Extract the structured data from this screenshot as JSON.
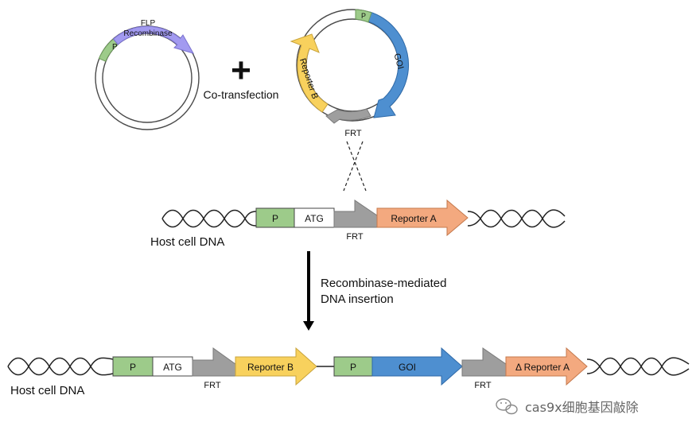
{
  "plasmid1": {
    "promoter": "P",
    "gene_line1": "FLP",
    "gene_line2": "Recombinase"
  },
  "plus_sign": "+",
  "cotransfection_label": "Co-transfection",
  "plasmid2": {
    "promoter": "P",
    "goi": "GOI",
    "reporter_b": "Reporter B",
    "frt": "FRT"
  },
  "host1": {
    "promoter": "P",
    "atg": "ATG",
    "frt": "FRT",
    "reporter_a": "Reporter A",
    "label": "Host cell DNA"
  },
  "step": {
    "line1": "Recombinase-mediated",
    "line2": "DNA insertion"
  },
  "host2": {
    "promoter1": "P",
    "atg": "ATG",
    "frt1": "FRT",
    "reporter_b": "Reporter B",
    "promoter2": "P",
    "goi": "GOI",
    "frt2": "FRT",
    "reporter_a": "Δ Reporter A",
    "label": "Host cell DNA"
  },
  "watermark": "cas9x细胞基因敲除",
  "colors": {
    "promoter": "#9DCB8A",
    "flp": "#A29AF0",
    "goi": "#4E8FD0",
    "reporter_b": "#F8D15D",
    "reporter_a": "#F3A97F",
    "frt": "#9E9E9E"
  }
}
